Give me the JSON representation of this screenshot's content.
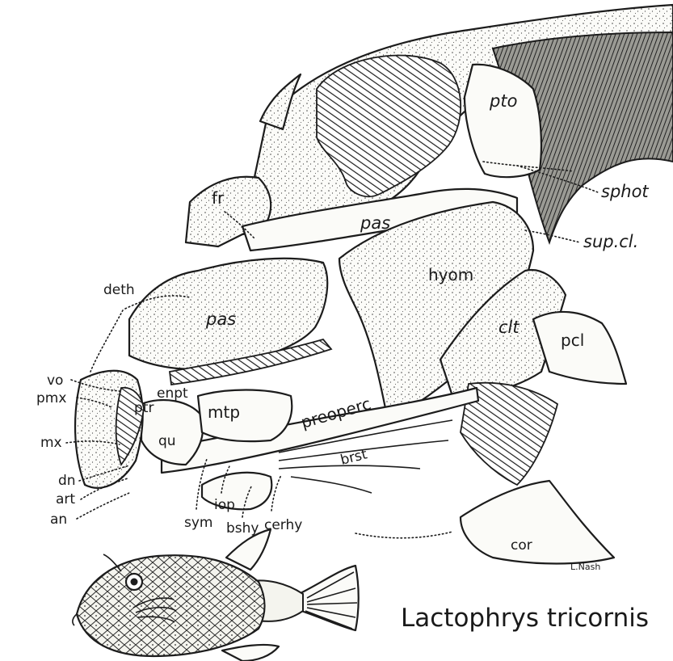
{
  "figure": {
    "caption": "Lactophrys tricornis",
    "artist_signature": "L.Nash"
  },
  "labels": {
    "fr": "fr",
    "pas_upper": "pas",
    "pto": "pto",
    "sphot": "sphot",
    "sup_cl": "sup.cl.",
    "hyom": "hyom",
    "deth": "deth",
    "pas_lower": "pas",
    "clt": "clt",
    "pcl": "pcl",
    "vo": "vo",
    "pmx": "pmx",
    "enpt": "enpt",
    "ptr": "ptr",
    "mtp": "mtp",
    "preoperc": "preoperc",
    "mx": "mx",
    "qu": "qu",
    "brst": "brst",
    "dn": "dn",
    "art": "art",
    "an": "an",
    "sym": "sym",
    "iop": "iop",
    "bshy": "bshy",
    "cerhy": "cerhy",
    "cor": "cor"
  },
  "colors": {
    "ink": "#1c1c1c",
    "paper": "#ffffff"
  }
}
